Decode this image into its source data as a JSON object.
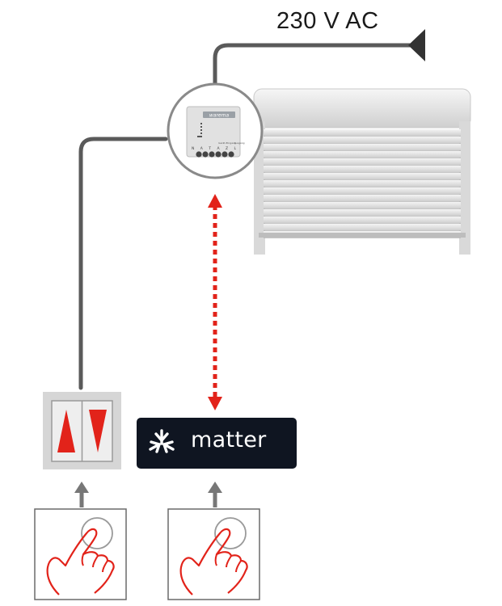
{
  "power": {
    "label": "230 V AC"
  },
  "actuator": {
    "brand": "warema",
    "terminal_labels": "N A T A Z L",
    "terminal_groups": [
      "Gerät-Eingang",
      "Ausgang"
    ]
  },
  "matter": {
    "label": "matter"
  },
  "colors": {
    "wire": "#5a5a5a",
    "wireless_link": "#e2231a",
    "switch_arrow": "#e2231a",
    "matter_badge": "#0f1521",
    "hand_outline": "#e2231a"
  },
  "icons": {
    "actuator": "flush-mount-actuator-icon",
    "shutter": "roller-shutter-icon",
    "wall_switch": "up-down-wall-switch-icon",
    "matter_logo": "matter-logo-icon",
    "hand_press": "finger-press-icon"
  }
}
